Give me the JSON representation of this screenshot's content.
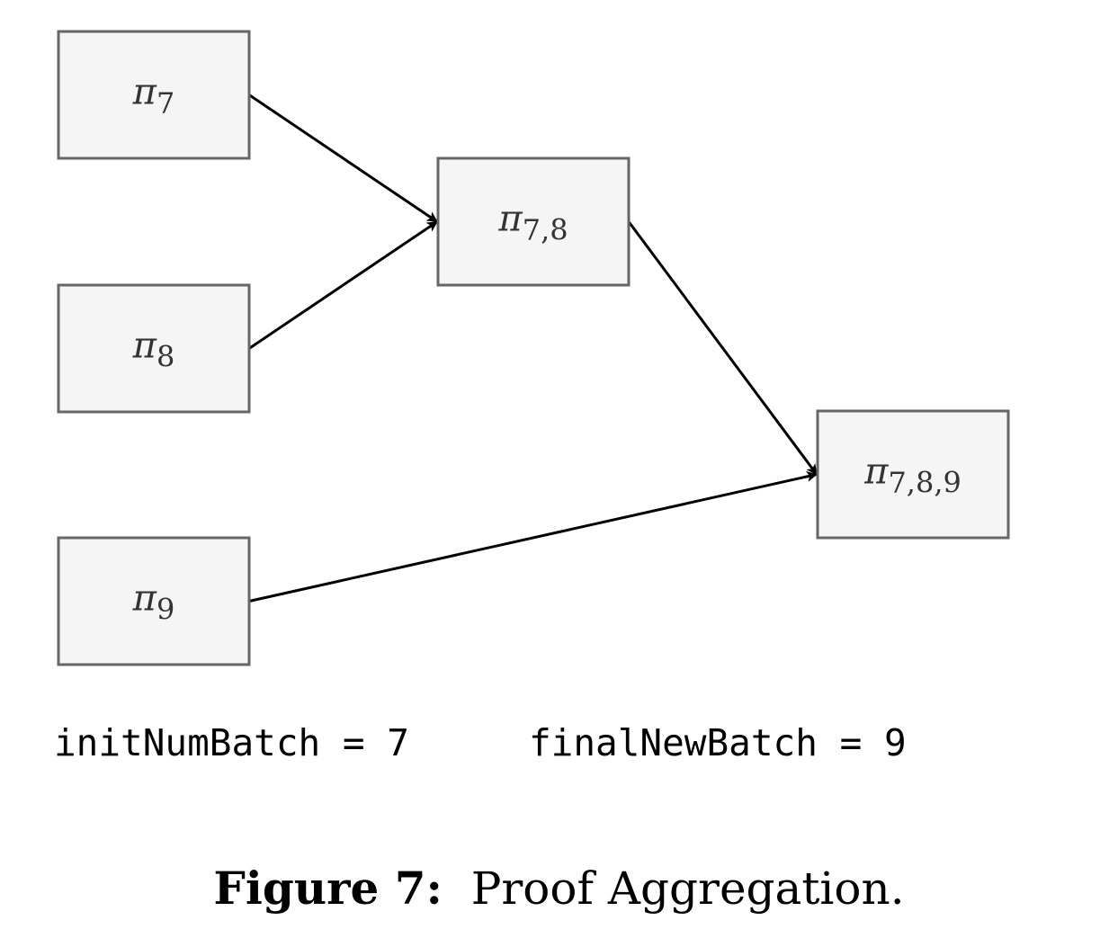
{
  "diagram": {
    "symbol": "π",
    "nodes": [
      {
        "id": "p7",
        "subscript": "7"
      },
      {
        "id": "p8",
        "subscript": "8"
      },
      {
        "id": "p9",
        "subscript": "9"
      },
      {
        "id": "p78",
        "subscript": "7,8"
      },
      {
        "id": "p789",
        "subscript": "7,8,9"
      }
    ],
    "edges": [
      {
        "from": "p7",
        "to": "p78"
      },
      {
        "from": "p8",
        "to": "p78"
      },
      {
        "from": "p78",
        "to": "p789"
      },
      {
        "from": "p9",
        "to": "p789"
      }
    ]
  },
  "labels": {
    "init": "initNumBatch = 7",
    "final": "finalNewBatch = 9"
  },
  "caption": {
    "label": "Figure 7:",
    "text": "Proof Aggregation."
  }
}
